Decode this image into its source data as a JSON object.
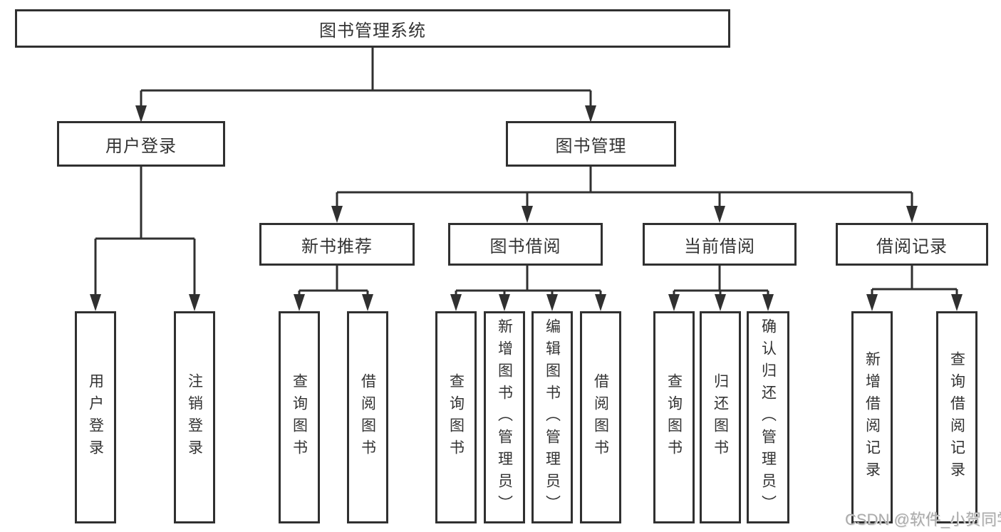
{
  "diagram": {
    "root": {
      "label": "图书管理系统"
    },
    "branches": {
      "user_login": {
        "label": "用户登录",
        "children": [
          "用户登录",
          "注销登录"
        ]
      },
      "book_mgmt": {
        "label": "图书管理",
        "modules": [
          {
            "label": "新书推荐",
            "children": [
              "查询图书",
              "借阅图书"
            ]
          },
          {
            "label": "图书借阅",
            "children": [
              "查询图书",
              "新增图书（管理员）",
              "编辑图书（管理员）",
              "借阅图书"
            ]
          },
          {
            "label": "当前借阅",
            "children": [
              "查询图书",
              "归还图书",
              "确认归还（管理员）"
            ]
          },
          {
            "label": "借阅记录",
            "children": [
              "新增借阅记录",
              "查询借阅记录"
            ]
          }
        ]
      }
    }
  },
  "watermark": "CSDN @软件_小贺同学",
  "colors": {
    "line": "#303030",
    "text": "#333333",
    "background": "#ffffff",
    "watermark": "#ababab"
  }
}
